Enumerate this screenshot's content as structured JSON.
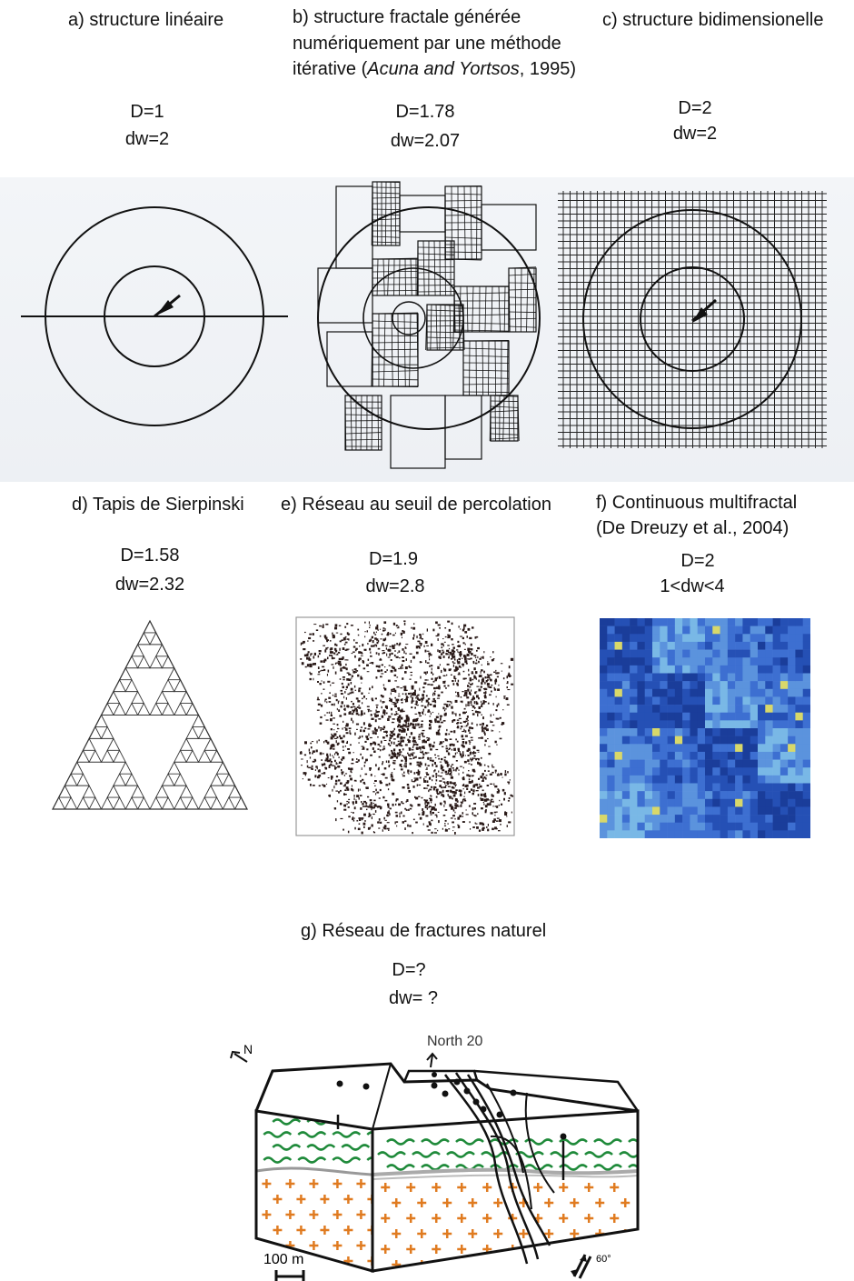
{
  "panels": {
    "a": {
      "title": "a) structure linéaire",
      "D": "D=1",
      "dw": "dw=2"
    },
    "b": {
      "title_line1": "b) structure fractale générée",
      "title_line2": "numériquement par une méthode",
      "title_line3_pre": "itérative (",
      "title_line3_italic": "Acuna and Yortsos",
      "title_line3_post": ", 1995)",
      "D": "D=1.78",
      "dw": "dw=2.07"
    },
    "c": {
      "title": "c) structure bidimensionelle",
      "D": "D=2",
      "dw": "dw=2"
    },
    "d": {
      "title": "d) Tapis de Sierpinski",
      "D": "D=1.58",
      "dw": "dw=2.32"
    },
    "e": {
      "title": "e) Réseau au seuil de percolation",
      "D": "D=1.9",
      "dw": "dw=2.8"
    },
    "f": {
      "title_line1": "f) Continuous multifractal",
      "title_line2": "(De Dreuzy et al., 2004)",
      "D": "D=2",
      "dw": "1<dw<4"
    },
    "g": {
      "title": "g) Réseau de fractures naturel",
      "D": "D=?",
      "dw": "dw= ?",
      "north_label": "N",
      "north20_label": "North 20",
      "scale_label": "100 m",
      "dip_label": "60°"
    }
  },
  "colors": {
    "line": "#111111",
    "green": "#1f8a3a",
    "orange": "#e07b20",
    "blue_dark": "#1a3d9a",
    "blue_mid": "#3d6fd1",
    "blue_light": "#79b8e6",
    "yellow": "#d8d86a"
  }
}
